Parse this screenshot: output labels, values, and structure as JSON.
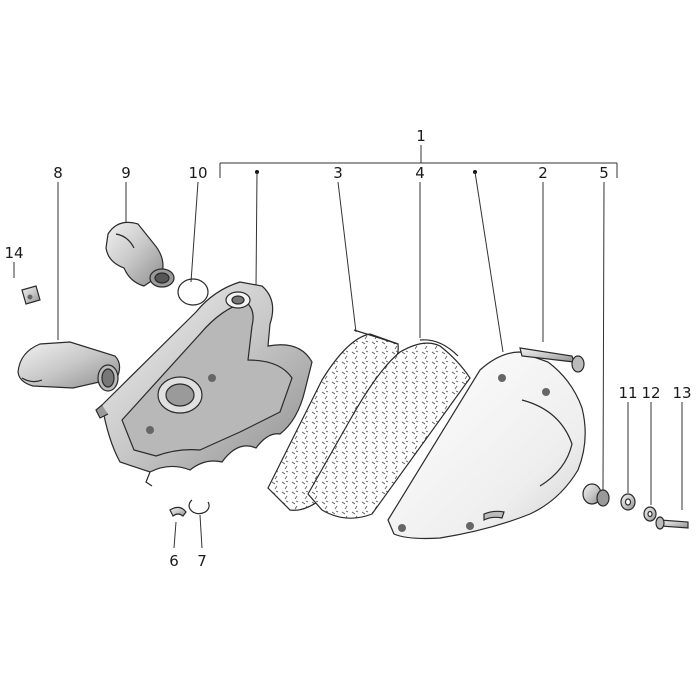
{
  "callouts": {
    "c1": "1",
    "c2": "2",
    "c3": "3",
    "c4": "4",
    "c5": "5",
    "c6": "6",
    "c7": "7",
    "c8": "8",
    "c9": "9",
    "c10": "10",
    "c11": "11",
    "c12": "12",
    "c13": "13",
    "c14": "14"
  },
  "colors": {
    "line": "#333333",
    "part_fill": "#d6d6d6",
    "part_dark": "#9a9a9a",
    "sponge": "#e8d8c6"
  }
}
